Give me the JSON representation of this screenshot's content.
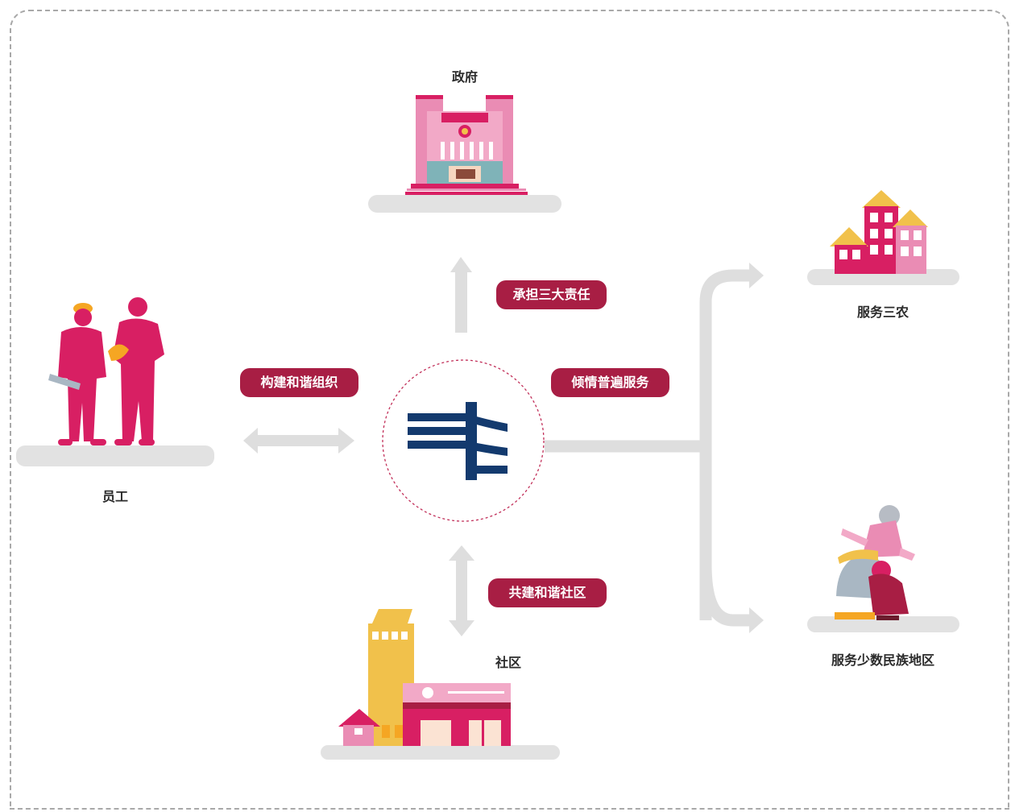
{
  "nodes": {
    "government": "政府",
    "employees": "员工",
    "rural": "服务三农",
    "minority": "服务少数民族地区",
    "community": "社区"
  },
  "relations": {
    "government": "承担三大责任",
    "employees": "构建和谐组织",
    "service": "倾情普遍服务",
    "community": "共建和谐社区"
  },
  "colors": {
    "brand_navy": "#133a6e",
    "pill": "#a81e44",
    "magenta": "#d81f63",
    "pink": "#ea8cb4",
    "gold": "#f1c14b",
    "arrow_gray": "#dedede"
  }
}
